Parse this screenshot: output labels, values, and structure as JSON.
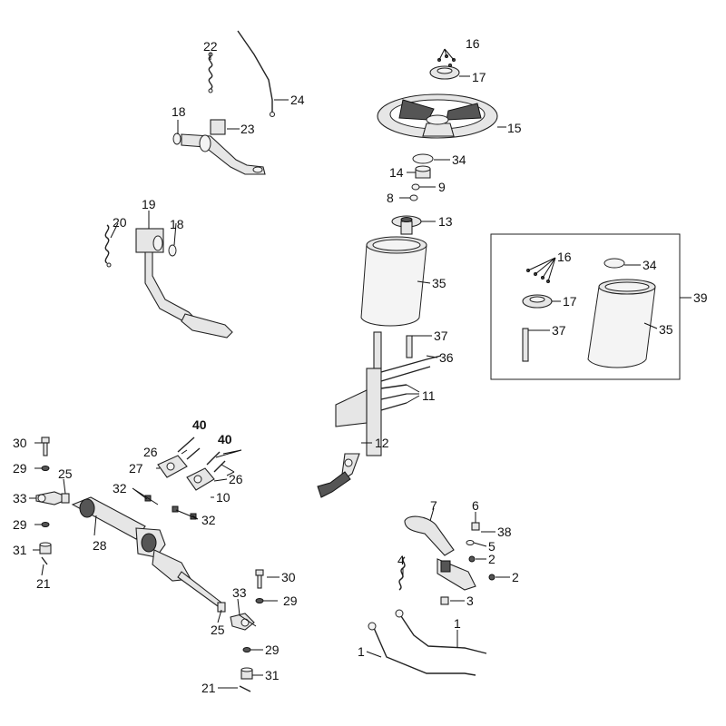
{
  "callouts": {
    "c1a": "1",
    "c1b": "1",
    "c2a": "2",
    "c2b": "2",
    "c3": "3",
    "c4": "4",
    "c5": "5",
    "c6": "6",
    "c7": "7",
    "c8": "8",
    "c9": "9",
    "c10": "10",
    "c11": "11",
    "c12": "12",
    "c13": "13",
    "c14": "14",
    "c15": "15",
    "c16a": "16",
    "c16b": "16",
    "c17a": "17",
    "c17b": "17",
    "c18a": "18",
    "c18b": "18",
    "c19": "19",
    "c20": "20",
    "c21a": "21",
    "c21b": "21",
    "c22": "22",
    "c23": "23",
    "c24": "24",
    "c25a": "25",
    "c25b": "25",
    "c26a": "26",
    "c26b": "26",
    "c27": "27",
    "c28": "28",
    "c29a": "29",
    "c29b": "29",
    "c29c": "29",
    "c29d": "29",
    "c30a": "30",
    "c30b": "30",
    "c31a": "31",
    "c31b": "31",
    "c32a": "32",
    "c32b": "32",
    "c33a": "33",
    "c33b": "33",
    "c34a": "34",
    "c34b": "34",
    "c35a": "35",
    "c35b": "35",
    "c36": "36",
    "c37a": "37",
    "c37b": "37",
    "c38": "38",
    "c39": "39",
    "c40a": "40",
    "c40b": "40"
  }
}
